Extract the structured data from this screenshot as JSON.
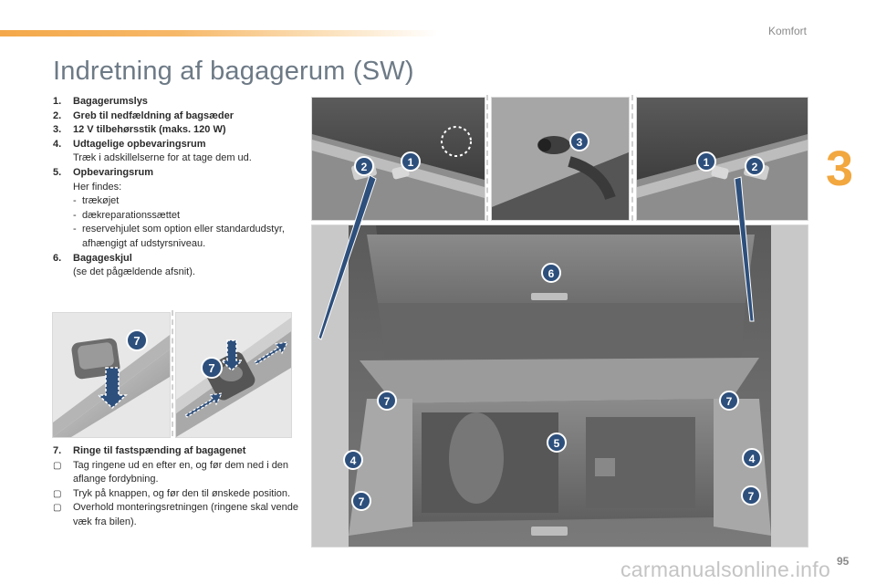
{
  "header": {
    "section": "Komfort",
    "chapter": "3"
  },
  "title": "Indretning af bagagerum (SW)",
  "items": [
    {
      "num": "1.",
      "title": "Bagagerumslys"
    },
    {
      "num": "2.",
      "title": "Greb til nedfældning af bagsæder"
    },
    {
      "num": "3.",
      "title": "12 V tilbehørsstik (maks. 120 W)"
    },
    {
      "num": "4.",
      "title": "Udtagelige opbevaringsrum",
      "text": "Træk i adskillelserne for at tage dem ud."
    },
    {
      "num": "5.",
      "title": "Opbevaringsrum",
      "text": "Her findes:",
      "list": [
        "trækøjet",
        "dækreparationssættet",
        "reservehjulet som option eller standardudstyr, afhængigt af udstyrsniveau."
      ]
    },
    {
      "num": "6.",
      "title": "Bagageskjul",
      "text": "(se det pågældende afsnit)."
    }
  ],
  "rings": {
    "num": "7.",
    "title": "Ringe til fastspænding af bagagenet",
    "bullets": [
      "Tag ringene ud en efter en, og før dem ned i den aflange fordybning.",
      "Tryk på knappen, og før den til ønskede position.",
      "Overhold monteringsretningen (ringene skal vende væk fra bilen)."
    ],
    "bullet_symbol": "▢"
  },
  "callouts": {
    "n1": "1",
    "n2": "2",
    "n3": "3",
    "n4": "4",
    "n5": "5",
    "n6": "6",
    "n7": "7"
  },
  "footer": {
    "page": "95",
    "watermark": "carmanualsonline.info"
  },
  "colors": {
    "accent": "#f2a73f",
    "title": "#6d7a86",
    "callout": "#2d4f7c"
  }
}
